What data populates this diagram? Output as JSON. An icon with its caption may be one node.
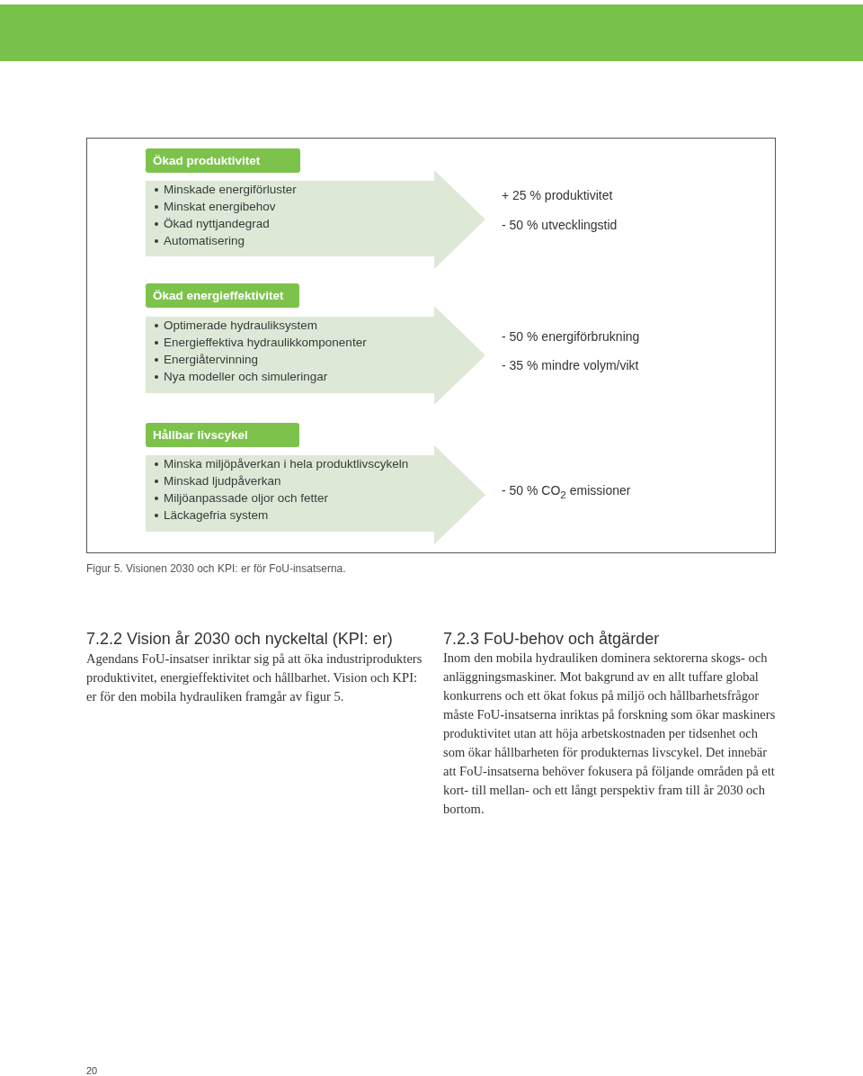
{
  "diagram": {
    "caption": "Figur 5. Visionen 2030 och KPI: er för FoU-insatserna.",
    "nodes": [
      {
        "text": [
          "Ökad produktivitet"
        ]
      },
      {
        "text": [
          "Minskade energiförluster",
          "Minskat energibehov",
          "Ökad nyttjandegrad",
          "Automatisering"
        ],
        "beside": [
          "+ 25 % produktivitet",
          "- 50 % utvecklingstid"
        ]
      },
      {
        "text": [
          "Ökad energieffektivitet"
        ]
      },
      {
        "text": [
          "Optimerade hydrauliksystem",
          "Energieffektiva hydraulikkomponenter",
          "Energiåtervinning",
          "Nya modeller och simuleringar"
        ],
        "beside": [
          "- 50 % energiförbrukning",
          "- 35 % mindre volym/vikt"
        ]
      },
      {
        "text": [
          "Hållbar livscykel"
        ]
      },
      {
        "text": [
          "Minska miljöpåverkan i hela produktlivscykeln",
          "Minskad ljudpåverkan",
          "Miljöanpassade oljor och fetter",
          "Läckagefria system"
        ],
        "beside": [
          "- 50 % CO$_{2}$ emissioner"
        ]
      }
    ],
    "labels": [
      "7.2.2 Vision år 2030 och nyckeltal (KPI: er)",
      "Agendans FoU-insatser inriktar sig på att öka industriprodukters produktivitet, energieffektivitet och hållbarhet. Vision och KPI: er för den mobila hydrauliken framgår av figur 5.",
      "7.2.3 FoU-behov och åtgärder",
      "Inom den mobila hydrauliken dominera sektorerna skogs- och anläggningsmaskiner. Mot bakgrund av en allt tuffare global konkurrens och ett ökat fokus på miljö och hållbarhetsfrågor måste FoU-insatserna inriktas på forskning som ökar maskiners produktivitet utan att höja arbetskostnaden per tidsenhet och som ökar hållbarheten för produkternas livscykel. Det innebär att FoU-insatserna behöver fokusera på följande områden på ett kort- till mellan- och ett långt perspektiv fram till år 2030 och bortom.",
      "20"
    ]
  }
}
